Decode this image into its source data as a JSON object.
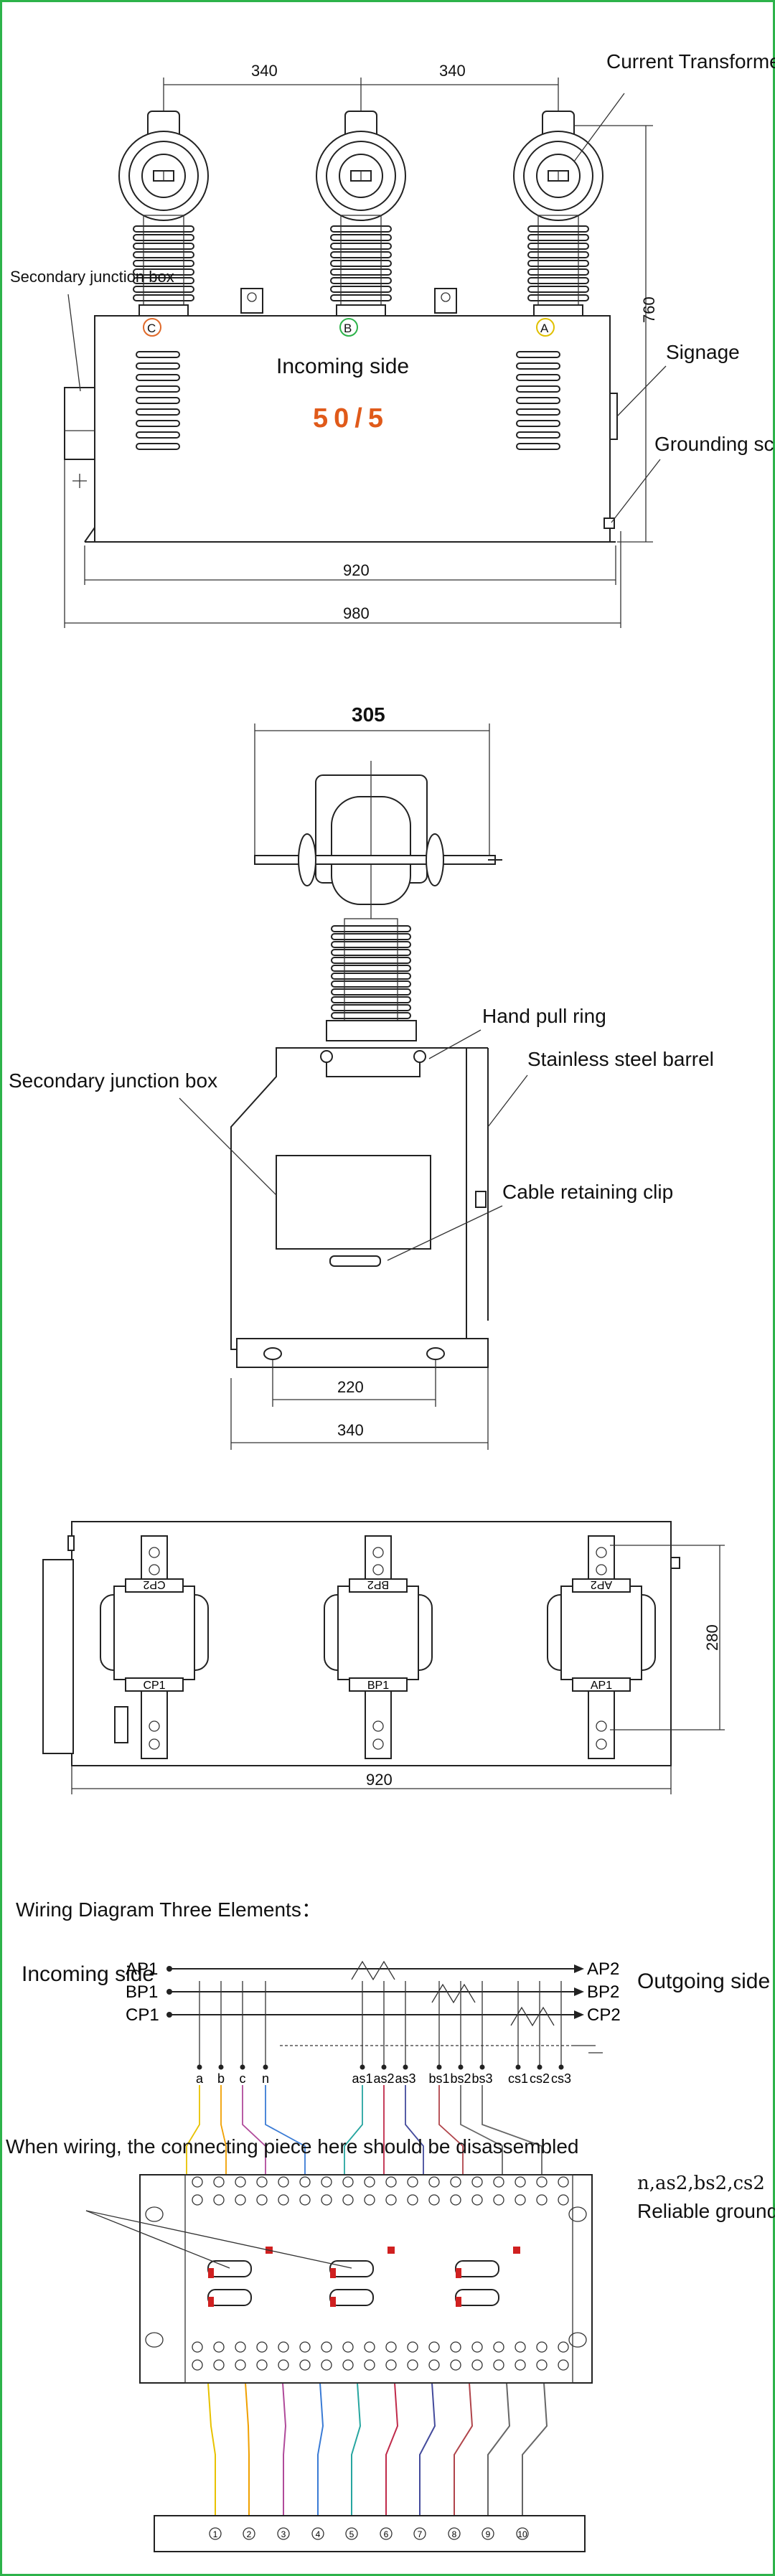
{
  "front_view": {
    "dim_spacing_left": "340",
    "dim_spacing_right": "340",
    "dim_height": "760",
    "dim_base": "920",
    "dim_overall": "980",
    "incoming_side": "Incoming side",
    "ratio": "50/5",
    "phase_labels": [
      "C",
      "B",
      "A"
    ],
    "callout_ct": "Current Transformer",
    "callout_junction": "Secondary junction box",
    "callout_signage": "Signage",
    "callout_grounding": "Grounding screw"
  },
  "side_view": {
    "dim_top": "305",
    "dim_inner": "220",
    "dim_bottom": "340",
    "callout_pull_ring": "Hand pull ring",
    "callout_barrel": "Stainless steel barrel",
    "callout_junction": "Secondary junction box",
    "callout_clip": "Cable retaining clip"
  },
  "top_view": {
    "dim_width": "920",
    "dim_depth": "280",
    "ct_top_labels": [
      "CP2",
      "BP2",
      "AP2"
    ],
    "ct_bottom_labels": [
      "CP1",
      "BP1",
      "AP1"
    ]
  },
  "wiring": {
    "title": "Wiring Diagram Three Elements：",
    "incoming_side": "Incoming side",
    "outgoing_side": "Outgoing side",
    "inputs": [
      "AP1",
      "BP1",
      "CP1"
    ],
    "outputs": [
      "AP2",
      "BP2",
      "CP2"
    ],
    "terminals": [
      "a",
      "b",
      "c",
      "n",
      "as1",
      "as2",
      "as3",
      "bs1",
      "bs2",
      "bs3",
      "cs1",
      "cs2",
      "cs3"
    ],
    "note_wiring": "When wiring, the connecting piece here should be disassembled",
    "note_grounding_terminals": "n,as2,bs2,cs2",
    "note_grounding": "Reliable grounding is required",
    "bottom_terminals": [
      "1",
      "2",
      "3",
      "4",
      "5",
      "6",
      "7",
      "8",
      "9",
      "10"
    ],
    "wire_colors": [
      "#e8c200",
      "#f0a000",
      "#b04a9a",
      "#3a7bd5",
      "#27a6a0",
      "#c02a4a",
      "#444b9c",
      "#b0444a",
      "#666666",
      "#666666"
    ]
  }
}
